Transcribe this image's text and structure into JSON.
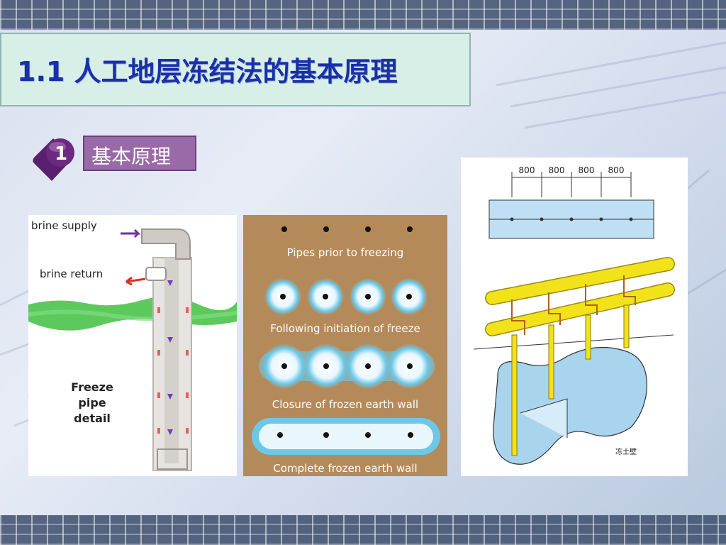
{
  "slide": {
    "title": "1.1  人工地层冻结法的基本原理",
    "section_number": "1",
    "section_label": "基本原理"
  },
  "figure_pipe": {
    "brine_supply": "brine supply",
    "brine_return": "brine return",
    "caption_line1": "Freeze",
    "caption_line2": "pipe",
    "caption_line3": "detail"
  },
  "figure_stages": {
    "stage1": "Pipes prior to freezing",
    "stage2": "Following initiation of freeze",
    "stage3": "Closure of frozen earth wall",
    "stage4": "Complete frozen earth wall"
  },
  "figure_layout": {
    "spacing_labels": [
      "800",
      "800",
      "800",
      "800"
    ],
    "wall_label": "冻土壁"
  },
  "colors": {
    "title_text": "#1a2fa8",
    "title_bg": "#d8efe8",
    "section_bg": "#9a6aa8",
    "soil": "#b58a5a",
    "ice": "#9fd4ec",
    "pipe_yellow": "#f2e21a",
    "frozen_body": "#a9d4ee"
  }
}
